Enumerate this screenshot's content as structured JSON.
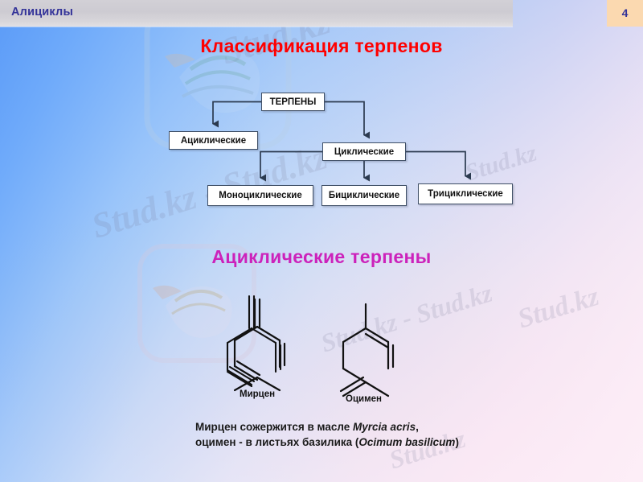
{
  "header": {
    "section_label": "Алициклы",
    "page_number": "4",
    "accent_color": "#333399",
    "page_box_color": "#fbd9b0"
  },
  "titles": {
    "main": "Классификация терпенов",
    "main_color": "#ff0000",
    "sub": "Ациклические терпены",
    "sub_color": "#cc22bb"
  },
  "diagram": {
    "nodes": [
      {
        "id": "terpeny",
        "label": "ТЕРПЕНЫ"
      },
      {
        "id": "acyclic",
        "label": "Ациклические"
      },
      {
        "id": "cyclic",
        "label": "Циклические"
      },
      {
        "id": "mono",
        "label": "Моноциклические"
      },
      {
        "id": "bi",
        "label": "Бициклические"
      },
      {
        "id": "tri",
        "label": "Трициклические"
      }
    ]
  },
  "molecules": {
    "myrcene_label": "Мирцен",
    "ocimene_label": "Оцимен"
  },
  "caption": {
    "line1_a": "Мирцен сожержится в масле ",
    "line1_b": "Myrcia acris",
    "line1_c": ",",
    "line2_a": "оцимен  - в листьях базилика (",
    "line2_b": "Ocimum basilicum",
    "line2_c": ")"
  },
  "watermark": {
    "text": "Stud.kz",
    "text_long": "Stud.kz - Stud.kz"
  }
}
